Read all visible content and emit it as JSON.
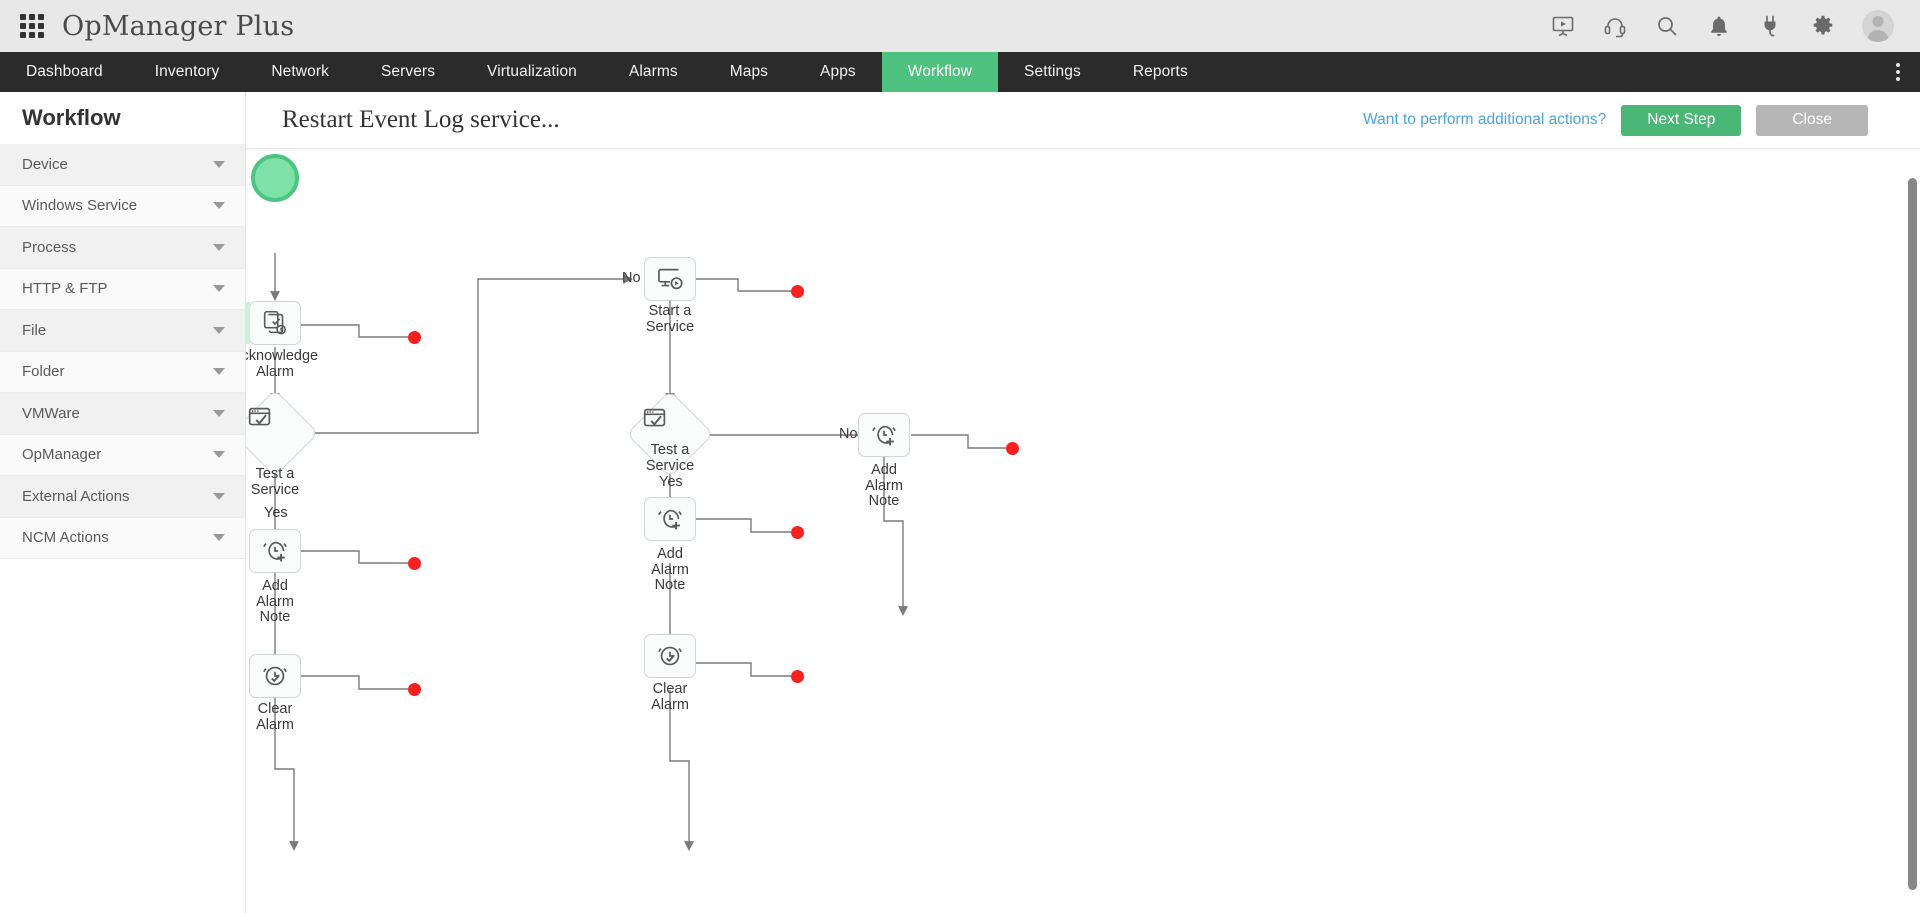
{
  "app": {
    "brand": "OpManager Plus",
    "grid_icon": "apps-grid-icon",
    "top_icons": [
      {
        "name": "presentation-play-icon",
        "label": "Demo"
      },
      {
        "name": "headset-support-icon",
        "label": "Support"
      },
      {
        "name": "search-icon",
        "label": "Search"
      },
      {
        "name": "bell-notification-icon",
        "label": "Notifications"
      },
      {
        "name": "plug-addon-icon",
        "label": "Add-ons"
      },
      {
        "name": "gear-settings-icon",
        "label": "Settings"
      }
    ],
    "avatar": "user-avatar"
  },
  "nav": {
    "items": [
      {
        "label": "Dashboard",
        "active": false
      },
      {
        "label": "Inventory",
        "active": false
      },
      {
        "label": "Network",
        "active": false
      },
      {
        "label": "Servers",
        "active": false
      },
      {
        "label": "Virtualization",
        "active": false
      },
      {
        "label": "Alarms",
        "active": false
      },
      {
        "label": "Maps",
        "active": false
      },
      {
        "label": "Apps",
        "active": false
      },
      {
        "label": "Workflow",
        "active": true
      },
      {
        "label": "Settings",
        "active": false
      },
      {
        "label": "Reports",
        "active": false
      }
    ],
    "overflow_icon": "kebab-menu-icon",
    "active_color": "#4ec17f"
  },
  "sidebar": {
    "title": "Workflow",
    "items": [
      {
        "label": "Device"
      },
      {
        "label": "Windows Service"
      },
      {
        "label": "Process"
      },
      {
        "label": "HTTP & FTP"
      },
      {
        "label": "File"
      },
      {
        "label": "Folder"
      },
      {
        "label": "VMWare"
      },
      {
        "label": "OpManager"
      },
      {
        "label": "External Actions"
      },
      {
        "label": "NCM Actions"
      }
    ]
  },
  "header": {
    "title": "Restart Event Log service...",
    "additional_actions_link": "Want to perform additional actions?",
    "next_step_label": "Next Step",
    "close_label": "Close",
    "link_color": "#4ba3e3",
    "primary_color": "#4ab776",
    "muted_color": "#b6b6b6"
  },
  "workflow": {
    "start_node": {
      "name": "start-node",
      "color": "#7ee2a8"
    },
    "nodes": [
      {
        "id": "ack-alarm",
        "label": "Acknowledge\nAlarm",
        "icon": "acknowledge-alarm-icon",
        "shape": "box",
        "accent": true
      },
      {
        "id": "test-service-1",
        "label": "Test a\nService",
        "icon": "test-service-icon",
        "shape": "diamond",
        "accent": false
      },
      {
        "id": "add-note-1",
        "label": "Add\nAlarm\nNote",
        "icon": "add-alarm-note-icon",
        "shape": "box",
        "accent": false
      },
      {
        "id": "clear-alarm-1",
        "label": "Clear\nAlarm",
        "icon": "clear-alarm-icon",
        "shape": "box",
        "accent": false
      },
      {
        "id": "start-service",
        "label": "Start a\nService",
        "icon": "start-service-icon",
        "shape": "box",
        "accent": false
      },
      {
        "id": "test-service-2",
        "label": "Test a\nService",
        "icon": "test-service-icon",
        "shape": "diamond",
        "accent": false
      },
      {
        "id": "add-note-2",
        "label": "Add\nAlarm\nNote",
        "icon": "add-alarm-note-icon",
        "shape": "box",
        "accent": false
      },
      {
        "id": "clear-alarm-2",
        "label": "Clear\nAlarm",
        "icon": "clear-alarm-icon",
        "shape": "box",
        "accent": false
      },
      {
        "id": "add-note-3",
        "label": "Add\nAlarm\nNote",
        "icon": "add-alarm-note-icon",
        "shape": "box",
        "accent": false
      }
    ],
    "labels": {
      "ack_alarm": "Acknowledge",
      "ack_alarm_2": "Alarm",
      "test_a": "Test a",
      "service": "Service",
      "add": "Add",
      "alarm": "Alarm",
      "note": "Note",
      "clear": "Clear",
      "start_a": "Start a",
      "yes": "Yes",
      "no": "No"
    },
    "endpoint_color": "#fa2020",
    "edge_color": "#7a7a7a"
  }
}
